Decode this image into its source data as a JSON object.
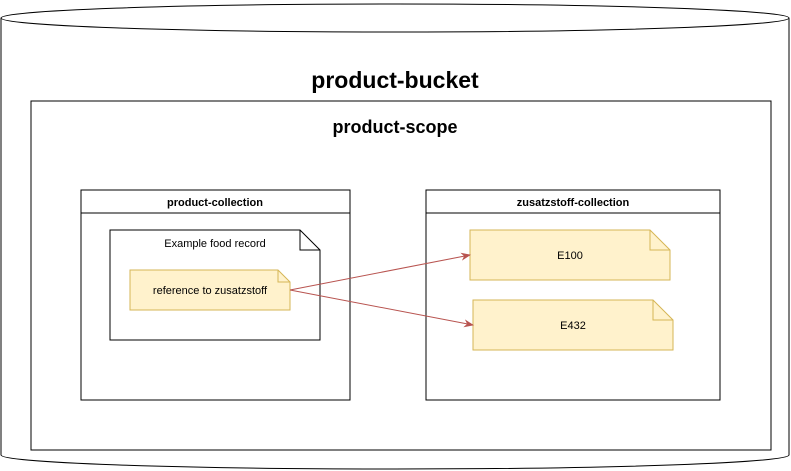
{
  "bucket": {
    "title": "product-bucket"
  },
  "scope": {
    "title": "product-scope"
  },
  "product_collection": {
    "title": "product-collection",
    "record": {
      "title": "Example food record",
      "reference_label": "reference to zusatzstoff"
    }
  },
  "zusatzstoff_collection": {
    "title": "zusatzstoff-collection",
    "items": [
      {
        "label": "E100"
      },
      {
        "label": "E432"
      }
    ]
  },
  "colors": {
    "stroke": "#000000",
    "note_fill": "#fff2cc",
    "note_stroke": "#d6b656",
    "arrow": "#b85450"
  }
}
